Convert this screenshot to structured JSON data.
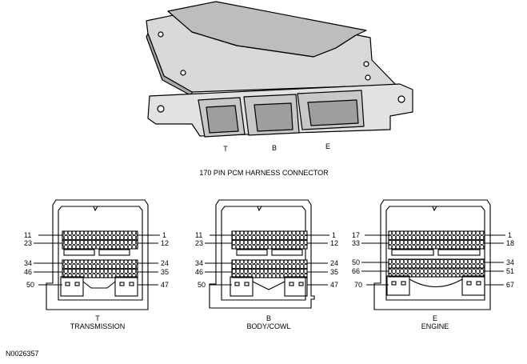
{
  "module": {
    "connector_letters": [
      "T",
      "B",
      "E"
    ],
    "caption": "170 PIN PCM HARNESS CONNECTOR"
  },
  "connectors": [
    {
      "letter": "T",
      "name": "TRANSMISSION",
      "pins": {
        "row1_left": "11",
        "row1_right": "1",
        "row2_left": "23",
        "row2_right": "12",
        "row3_left": "34",
        "row3_right": "24",
        "row4_left": "46",
        "row4_right": "35",
        "row5_left": "50",
        "row5_right": "47"
      }
    },
    {
      "letter": "B",
      "name": "BODY/COWL",
      "pins": {
        "row1_left": "11",
        "row1_right": "1",
        "row2_left": "23",
        "row2_right": "12",
        "row3_left": "34",
        "row3_right": "24",
        "row4_left": "46",
        "row4_right": "35",
        "row5_left": "50",
        "row5_right": "47"
      }
    },
    {
      "letter": "E",
      "name": "ENGINE",
      "pins": {
        "row1_left": "17",
        "row1_right": "1",
        "row2_left": "33",
        "row2_right": "18",
        "row3_left": "50",
        "row3_right": "34",
        "row4_left": "66",
        "row4_right": "51",
        "row5_left": "70",
        "row5_right": "67"
      }
    }
  ],
  "figure_id": "N0026357"
}
